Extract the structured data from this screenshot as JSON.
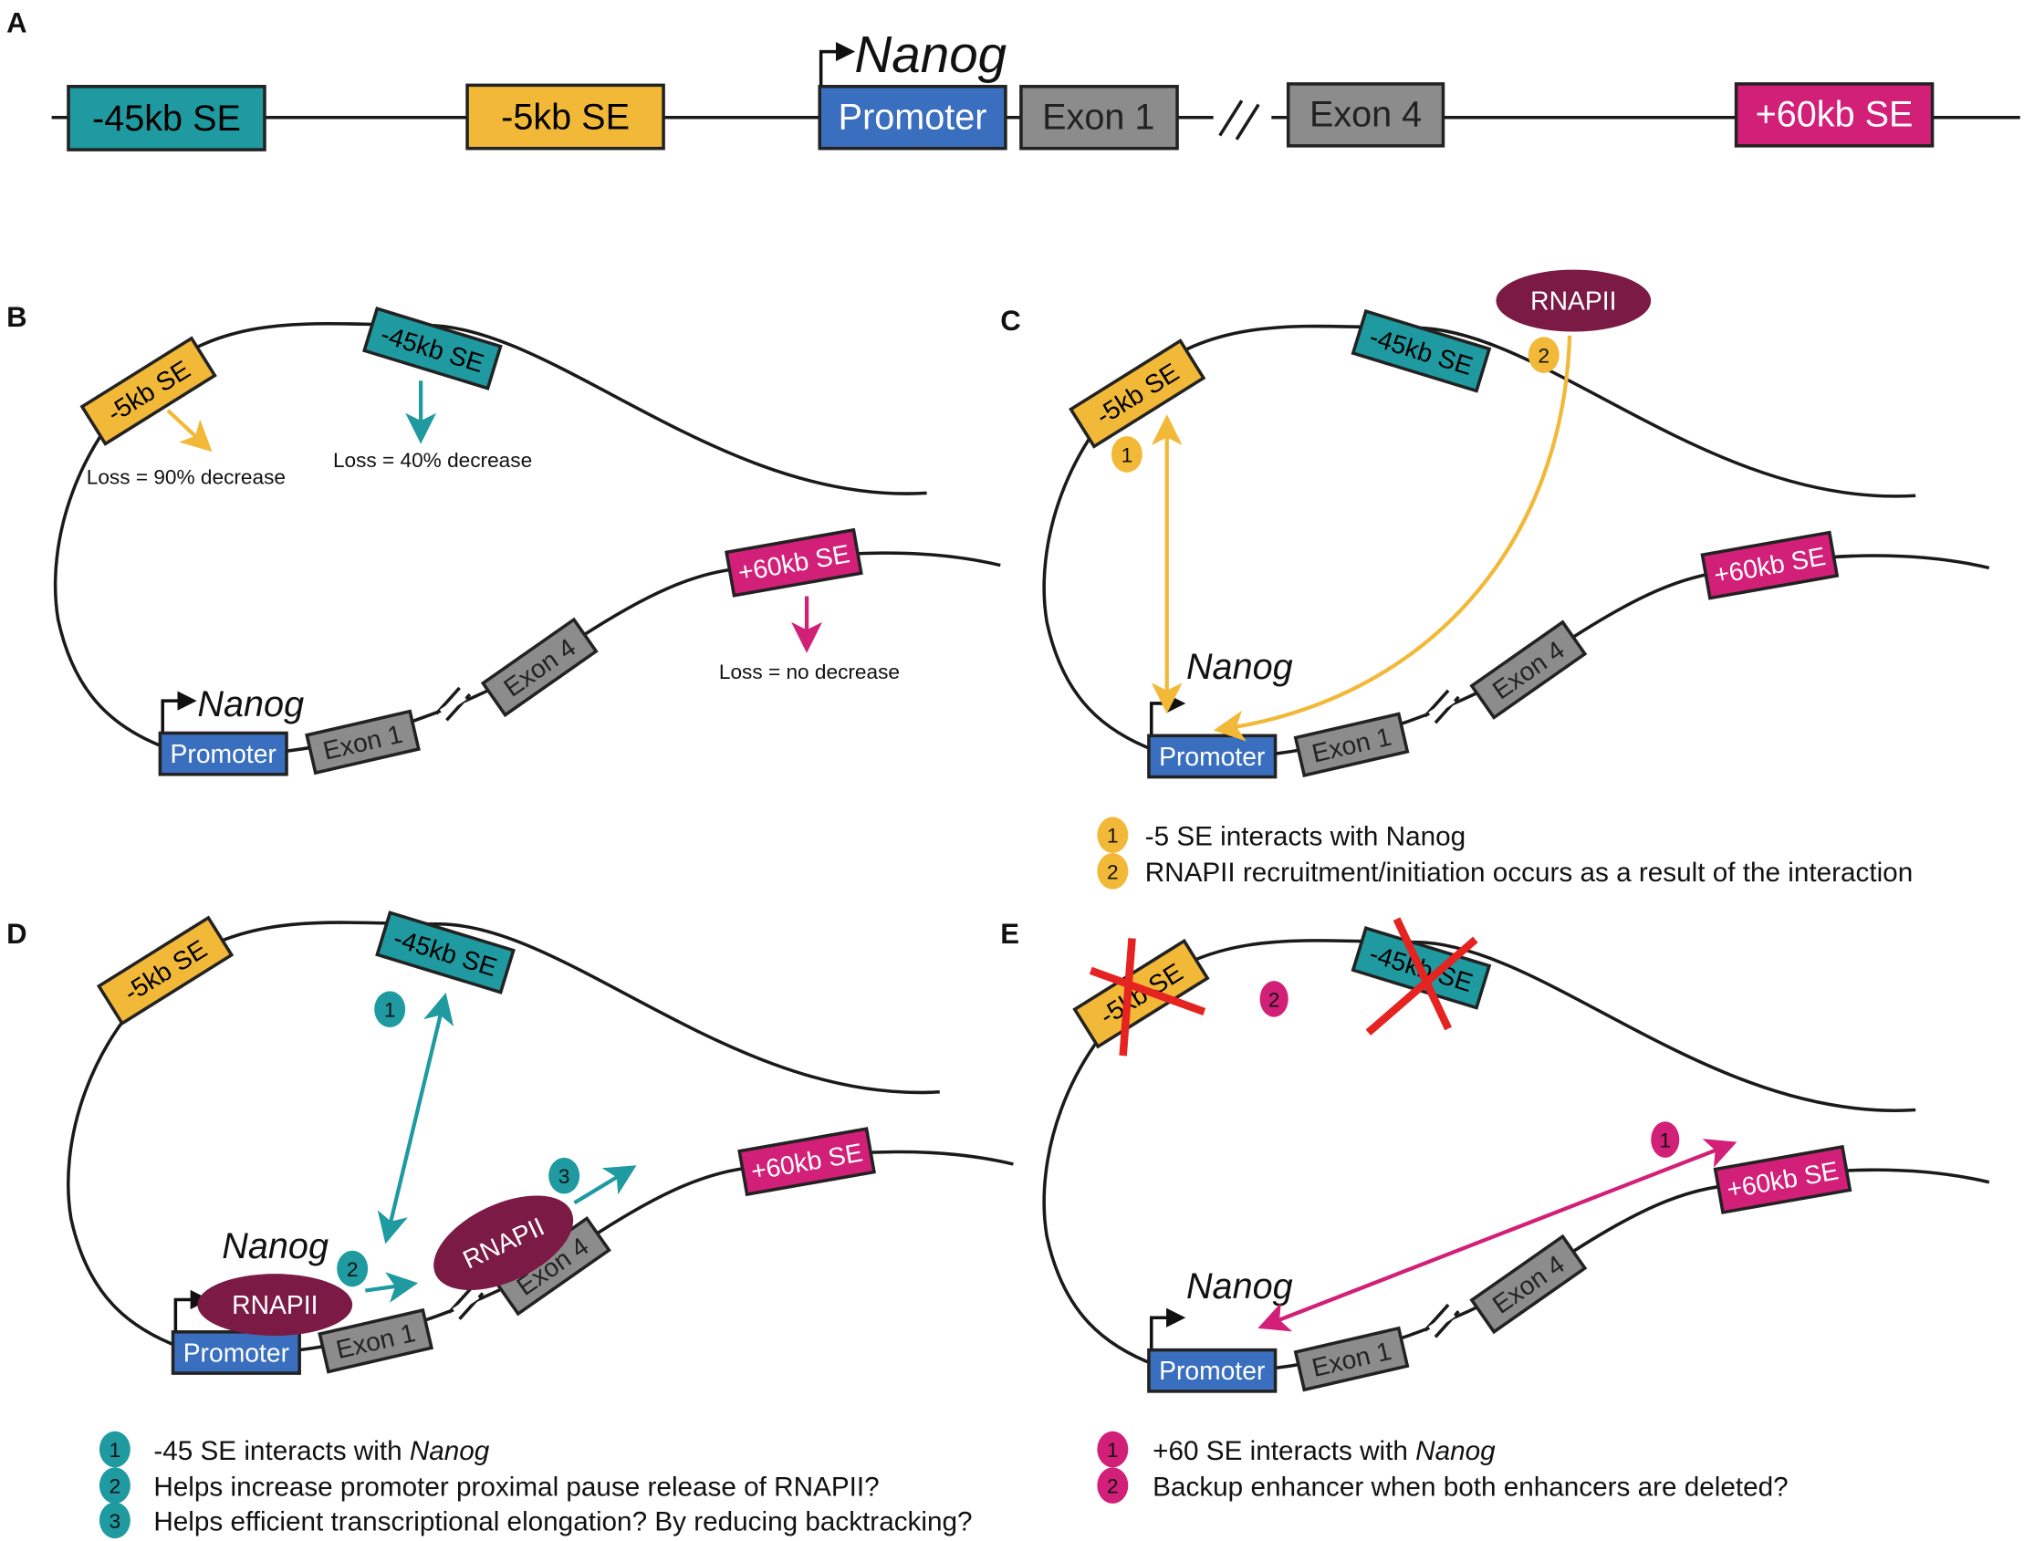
{
  "panels": {
    "a": "A",
    "b": "B",
    "c": "C",
    "d": "D",
    "e": "E"
  },
  "elements": {
    "se45": "-45kb SE",
    "se5": "-5kb SE",
    "promoter": "Promoter",
    "exon1": "Exon 1",
    "exon4": "Exon 4",
    "se60": "+60kb SE",
    "gene": "Nanog",
    "rnapii": "RNAPII"
  },
  "panel_b": {
    "loss_se5": "Loss = 90% decrease",
    "loss_se45": "Loss = 40% decrease",
    "loss_se60": "Loss = no decrease"
  },
  "panel_c": {
    "legend": [
      {
        "num": "1",
        "text": "-5 SE interacts with Nanog"
      },
      {
        "num": "2",
        "text": "RNAPII recruitment/initiation occurs as a result of the interaction"
      }
    ]
  },
  "panel_d": {
    "legend": [
      {
        "num": "1",
        "text": "-45 SE interacts with ",
        "italic": "Nanog"
      },
      {
        "num": "2",
        "text": "Helps increase promoter proximal pause release of RNAPII?"
      },
      {
        "num": "3",
        "text": "Helps efficient transcriptional elongation? By reducing backtracking?"
      }
    ]
  },
  "panel_e": {
    "legend": [
      {
        "num": "1",
        "text": "+60 SE interacts with ",
        "italic": "Nanog"
      },
      {
        "num": "2",
        "text": "Backup enhancer when both enhancers are deleted?"
      }
    ]
  },
  "colors": {
    "se45": "#1e9aa0",
    "se5": "#f2b938",
    "promoter": "#3a6fbf",
    "exon": "#8c8c8c",
    "se60": "#d21f78",
    "rnapii": "#7a1a45",
    "deletion": "#e52320"
  }
}
